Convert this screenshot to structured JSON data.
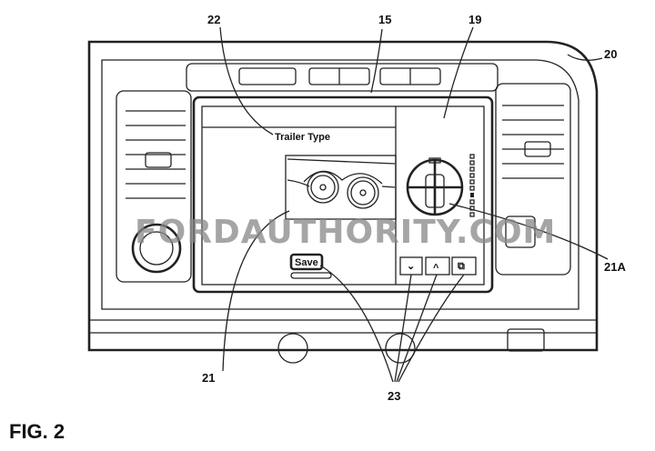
{
  "figure": {
    "caption": "FIG. 2"
  },
  "reference_numerals": {
    "n22": "22",
    "n15": "15",
    "n19": "19",
    "n20": "20",
    "n21A": "21A",
    "n21": "21",
    "n23": "23"
  },
  "screen": {
    "title": "Trailer Type",
    "save_label": "Save",
    "buttons": [
      {
        "icon": "chevron-down-icon",
        "glyph": "⌄"
      },
      {
        "icon": "chevron-up-icon",
        "glyph": "^"
      },
      {
        "icon": "copy-icon",
        "glyph": "⧉"
      }
    ]
  },
  "watermark": {
    "text": "FORDAUTHORITY.COM"
  }
}
